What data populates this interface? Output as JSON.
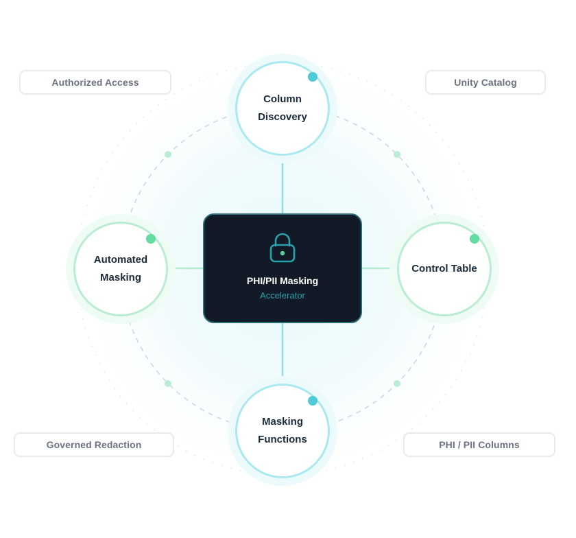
{
  "colors": {
    "teal": "#4dcbd8",
    "mint": "#62dca0",
    "dark_card": "#111a26",
    "accent_text": "#2aa2ae"
  },
  "center": {
    "icon": "lock-icon",
    "title": "PHI/PII Masking",
    "subtitle": "Accelerator"
  },
  "nodes": {
    "top": "Column Discovery",
    "left": "Automated Masking",
    "right": "Control Table",
    "bottom": "Masking Functions"
  },
  "labels": {
    "top_left": "Authorized Access",
    "top_right": "Unity Catalog",
    "bottom_left": "Governed Redaction",
    "bottom_right": "PHI / PII Columns"
  }
}
